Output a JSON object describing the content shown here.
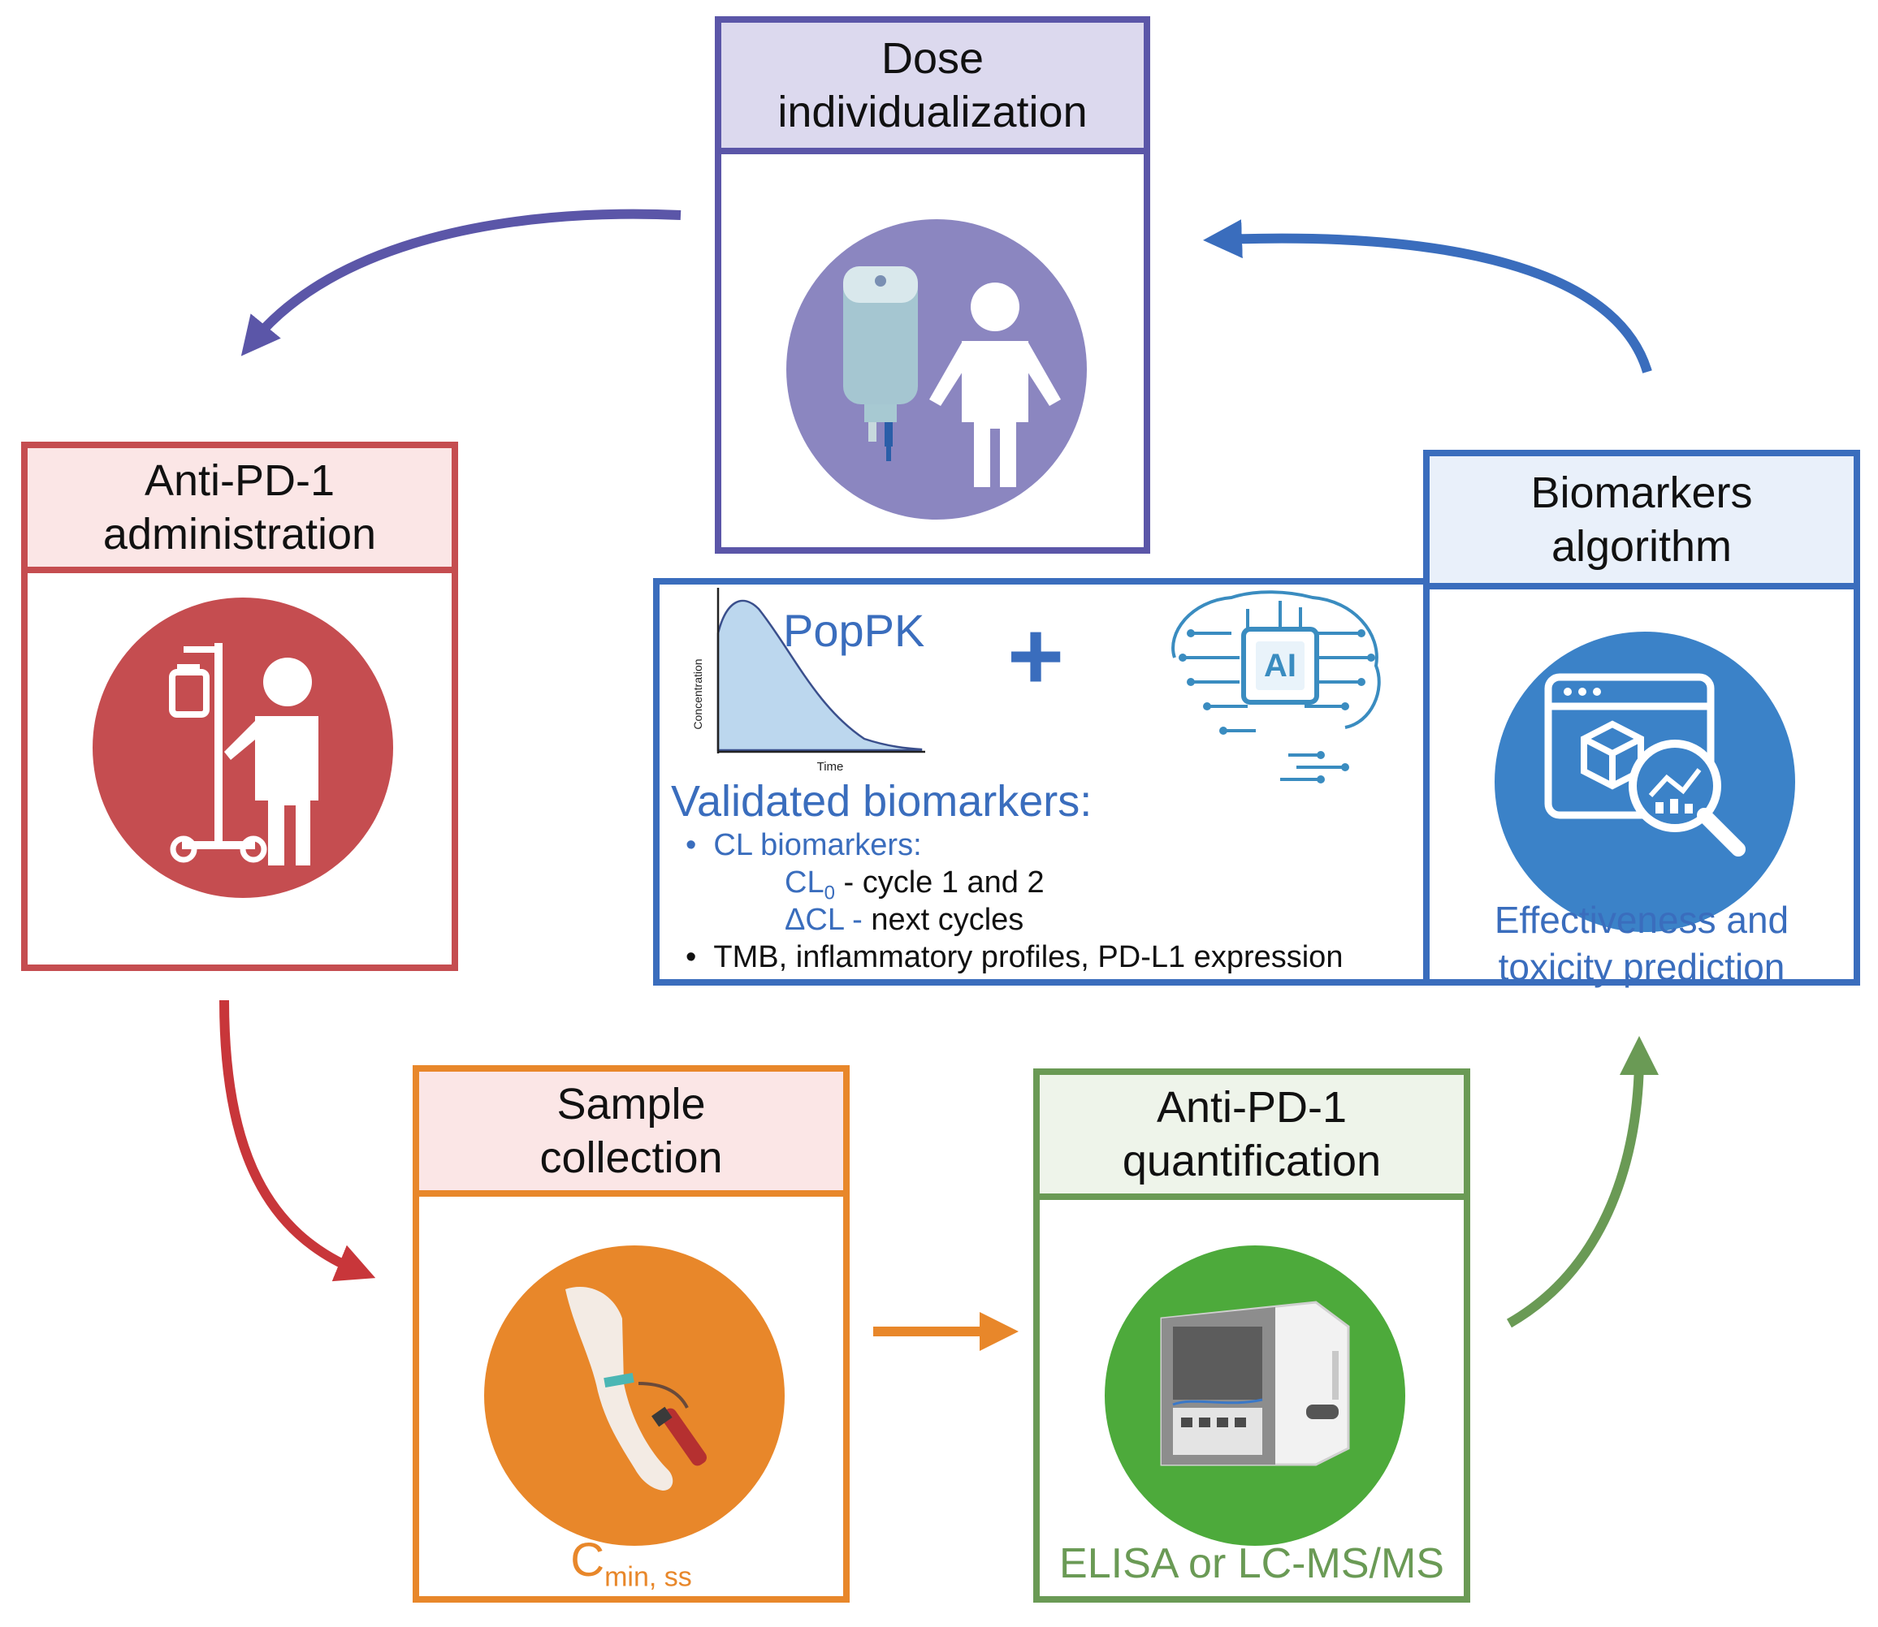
{
  "boxes": {
    "dose": {
      "title_line1": "Dose",
      "title_line2": "individualization"
    },
    "admin": {
      "title_line1": "Anti-PD-1",
      "title_line2": "administration"
    },
    "biomarkers": {
      "title_line1": "Biomarkers",
      "title_line2": "algorithm",
      "caption_line1": "Effectiveness and",
      "caption_line2": "toxicity prediction"
    },
    "sample": {
      "title_line1": "Sample",
      "title_line2": "collection",
      "caption_main": "C",
      "caption_sub": "min, ss"
    },
    "quant": {
      "title_line1": "Anti-PD-1",
      "title_line2": "quantification",
      "caption": "ELISA or LC-MS/MS"
    }
  },
  "model_panel": {
    "popPK_label": "PopPK",
    "plot_ylabel": "Concentration",
    "plot_xlabel": "Time",
    "plus_sign": "+",
    "ai_label": "AI",
    "validated_title": "Validated biomarkers:",
    "bullet1": "CL biomarkers:",
    "cl0_main": "CL",
    "cl0_sub": "0",
    "cl0_sep": " -",
    "cl0_text": " cycle 1 and 2",
    "dcl_main": "ΔCL -",
    "dcl_text": " next cycles",
    "bullet2": "TMB, inflammatory profiles, PD-L1 expression"
  },
  "colors": {
    "purple": "#5b56a8",
    "purple_head": "#dcd9ee",
    "purple_circle": "#8b86c0",
    "red": "#c54d50",
    "red_head": "#fbe6e6",
    "red_arrow": "#c8363a",
    "blue": "#3a6dbd",
    "blue_head": "#e9f0fa",
    "blue_circle": "#3b82c8",
    "orange": "#e8872a",
    "orange_head": "#fbe6e6",
    "green": "#6a9a55",
    "green_head": "#eef4ea",
    "green_circle": "#4daa3b"
  }
}
